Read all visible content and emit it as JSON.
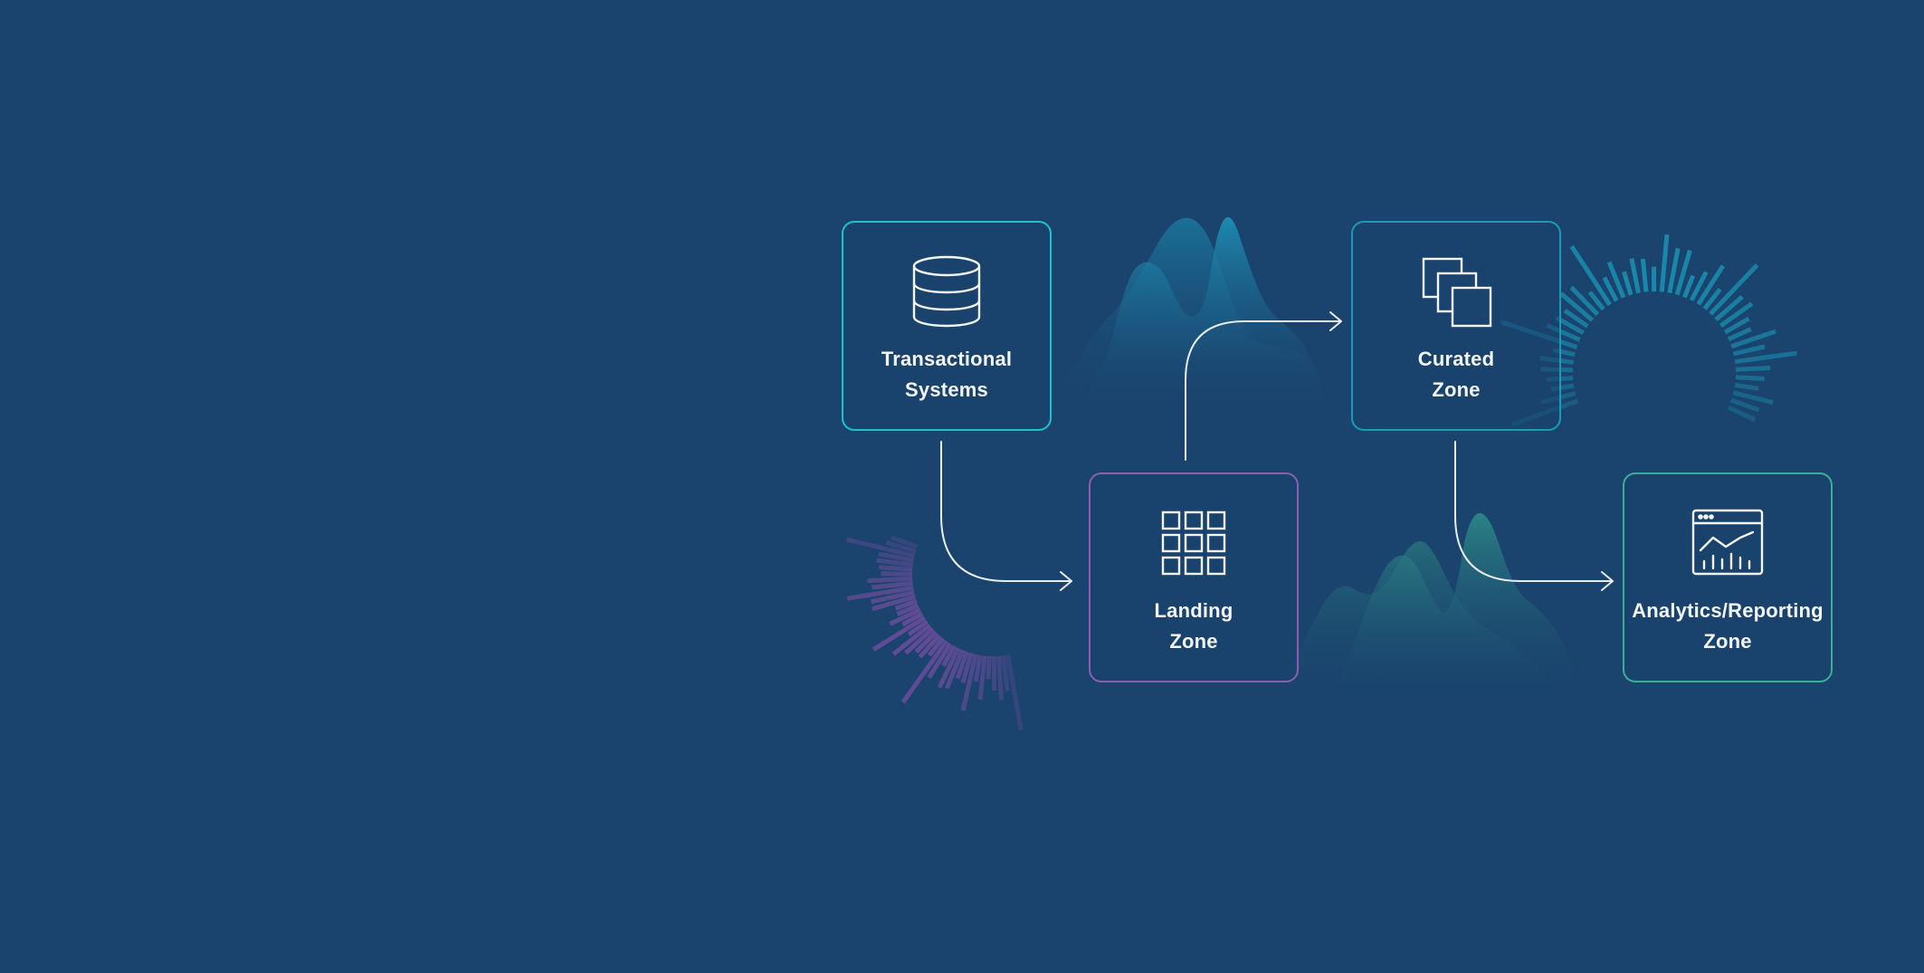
{
  "diagram": {
    "nodes": [
      {
        "id": "transactional",
        "icon": "database-icon",
        "label_lines": [
          "Transactional",
          "Systems"
        ],
        "border_color": "#1ec2cc"
      },
      {
        "id": "landing",
        "icon": "grid-icon",
        "label_lines": [
          "Landing",
          "Zone"
        ],
        "border_color": "#8a5fae"
      },
      {
        "id": "curated",
        "icon": "stacked-squares-icon",
        "label_lines": [
          "Curated",
          "Zone"
        ],
        "border_color": "#1b9ab8"
      },
      {
        "id": "analytics",
        "icon": "dashboard-chart-icon",
        "label_lines": [
          "Analytics/Reporting",
          "Zone"
        ],
        "border_color": "#3cae9a"
      }
    ],
    "edges": [
      {
        "from": "transactional",
        "to": "landing"
      },
      {
        "from": "landing",
        "to": "curated"
      },
      {
        "from": "curated",
        "to": "analytics"
      }
    ]
  },
  "colors": {
    "background": "#1a436d",
    "text": "#f3f6fa",
    "connector": "#e9eef4",
    "teal_glow": "#1a8fb0",
    "green_glow": "#2f8f8a",
    "purple_glow": "#6a4d9a"
  }
}
